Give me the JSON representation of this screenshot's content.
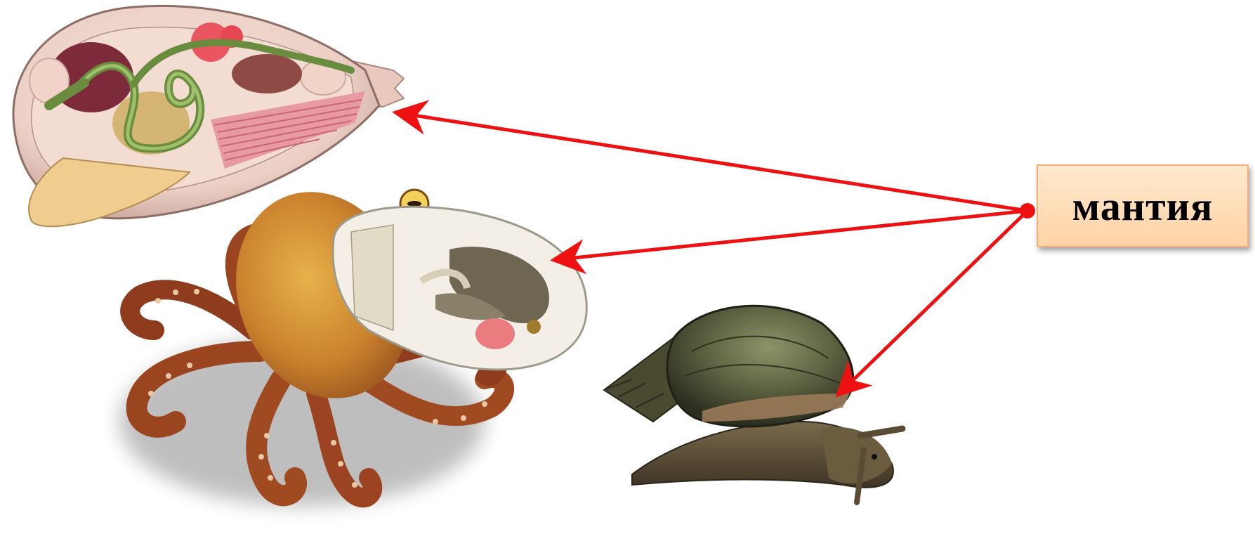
{
  "label": {
    "text": "мантия"
  },
  "colors": {
    "arrow": "#ee1111",
    "label_fill": "#ffdcb5",
    "label_border": "#f5b07a"
  },
  "figures": [
    {
      "name": "bivalve-anatomy",
      "icon": "mussel-cross-section-illustration"
    },
    {
      "name": "octopus-anatomy",
      "icon": "octopus-with-mantle-cross-section-illustration"
    },
    {
      "name": "pond-snail",
      "icon": "pond-snail-illustration"
    }
  ]
}
